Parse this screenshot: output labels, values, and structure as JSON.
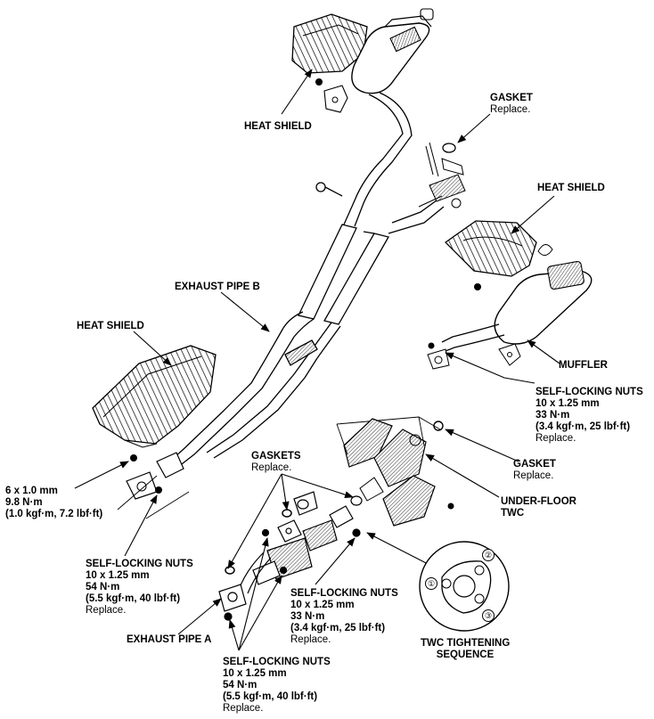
{
  "labels": {
    "heat_shield_top": "HEAT SHIELD",
    "gasket_top": {
      "title": "GASKET",
      "note": "Replace."
    },
    "heat_shield_right": "HEAT SHIELD",
    "exhaust_pipe_b": "EXHAUST PIPE B",
    "heat_shield_left": "HEAT SHIELD",
    "muffler": "MUFFLER",
    "self_locking_nuts_right": {
      "title": "SELF-LOCKING NUTS",
      "size": "10 x 1.25 mm",
      "torque": "33 N·m",
      "torque_alt": "(3.4 kgf·m, 25 lbf·ft)",
      "note": "Replace."
    },
    "gaskets_center": {
      "title": "GASKETS",
      "note": "Replace."
    },
    "gasket_right": {
      "title": "GASKET",
      "note": "Replace."
    },
    "under_floor_twc": {
      "line1": "UNDER-FLOOR",
      "line2": "TWC"
    },
    "bolt_left": {
      "size": "6 x 1.0 mm",
      "torque": "9.8 N·m",
      "torque_alt": "(1.0 kgf·m, 7.2 lbf·ft)"
    },
    "self_locking_nuts_left": {
      "title": "SELF-LOCKING NUTS",
      "size": "10 x 1.25 mm",
      "torque": "54 N·m",
      "torque_alt": "(5.5 kgf·m, 40 lbf·ft)",
      "note": "Replace."
    },
    "self_locking_nuts_mid": {
      "title": "SELF-LOCKING NUTS",
      "size": "10 x 1.25 mm",
      "torque": "33 N·m",
      "torque_alt": "(3.4 kgf·m, 25 lbf·ft)",
      "note": "Replace."
    },
    "exhaust_pipe_a": "EXHAUST PIPE A",
    "self_locking_nuts_bottom": {
      "title": "SELF-LOCKING NUTS",
      "size": "10 x 1.25 mm",
      "torque": "54 N·m",
      "torque_alt": "(5.5 kgf·m, 40 lbf·ft)",
      "note": "Replace."
    },
    "twc_sequence": {
      "line1": "TWC TIGHTENING",
      "line2": "SEQUENCE"
    }
  },
  "sequence_numbers": [
    "①",
    "②",
    "③"
  ]
}
